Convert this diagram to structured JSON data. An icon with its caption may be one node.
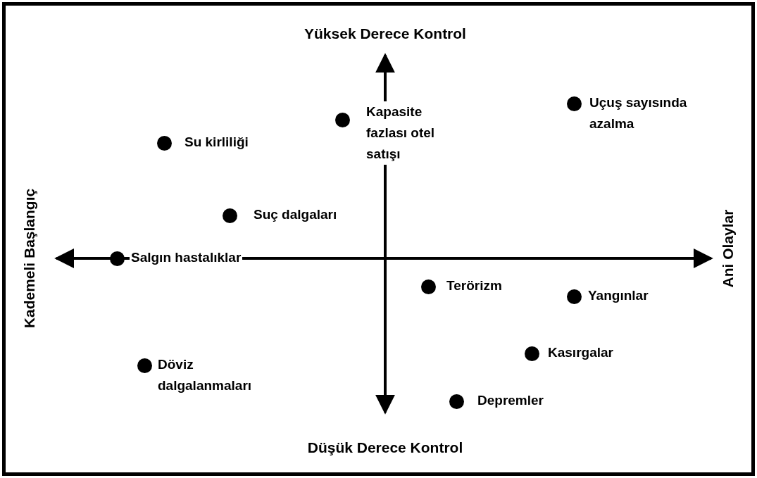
{
  "diagram": {
    "labels": [
      "Yüksek Derece Kontrol",
      "Kademeli Başlangıç",
      "Ani Olaylar",
      "Kapasite fazlası otel satışı",
      "Uçuş sayısında azalma",
      "Su kirliliği",
      "Suç dalgaları",
      "Salgın hastalıklar",
      "Terörizm",
      "Yangınlar",
      "Kasırgalar",
      "Döviz dalgalanmaları",
      "Depremler",
      "Düşük Derece Kontrol"
    ]
  }
}
